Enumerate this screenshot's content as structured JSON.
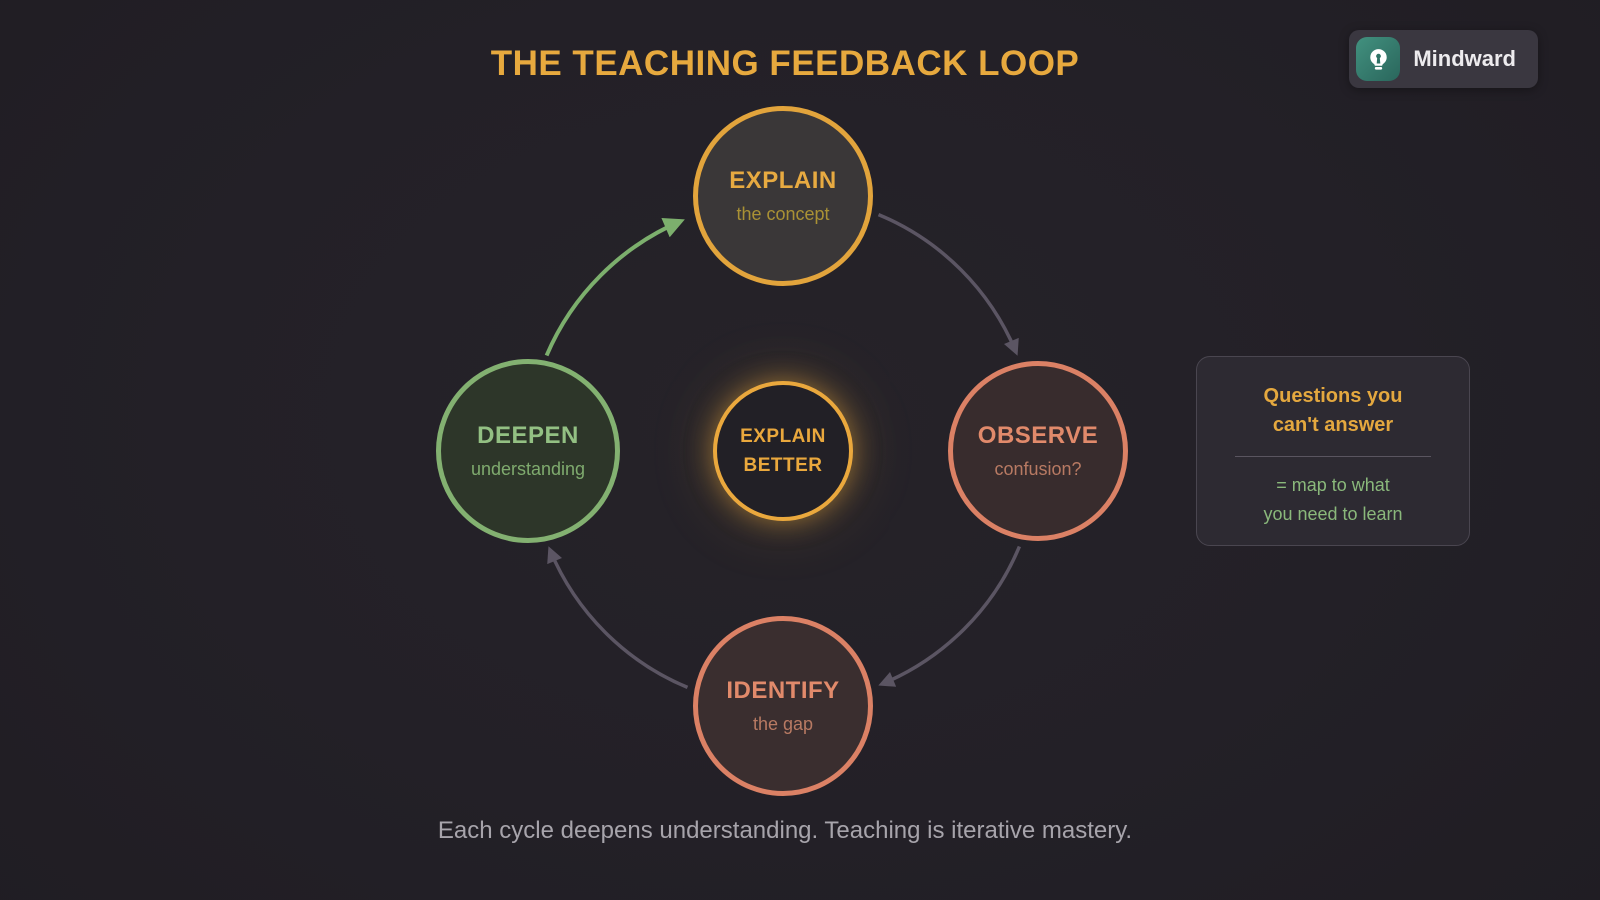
{
  "title": "THE TEACHING FEEDBACK LOOP",
  "brand": {
    "label": "Mindward",
    "icon": "lightbulb-icon"
  },
  "nodes": {
    "explain": {
      "label": "EXPLAIN",
      "sublabel": "the concept"
    },
    "observe": {
      "label": "OBSERVE",
      "sublabel": "confusion?"
    },
    "identify": {
      "label": "IDENTIFY",
      "sublabel": "the gap"
    },
    "deepen": {
      "label": "DEEPEN",
      "sublabel": "understanding"
    }
  },
  "center": {
    "lines": [
      "EXPLAIN",
      "BETTER"
    ]
  },
  "flow": [
    "EXPLAIN",
    "OBSERVE",
    "IDENTIFY",
    "DEEPEN",
    "EXPLAIN BETTER"
  ],
  "panel": {
    "title_lines": [
      "Questions you",
      "can't answer"
    ],
    "body_lines": [
      "= map to what",
      "you need to learn"
    ]
  },
  "caption": "Each cycle deepens understanding. Teaching is iterative mastery.",
  "colors": {
    "background": "#232027",
    "amber": "#e7a93e",
    "salmon": "#db8165",
    "green": "#83b171",
    "arrow_gray": "#5b5563",
    "arrow_green": "#7caf6d",
    "badge_bg": "#3a3740",
    "badge_icon_teal": "#357f70",
    "panel_bg": "#2d2a32",
    "caption_text": "#a7a4ab"
  }
}
